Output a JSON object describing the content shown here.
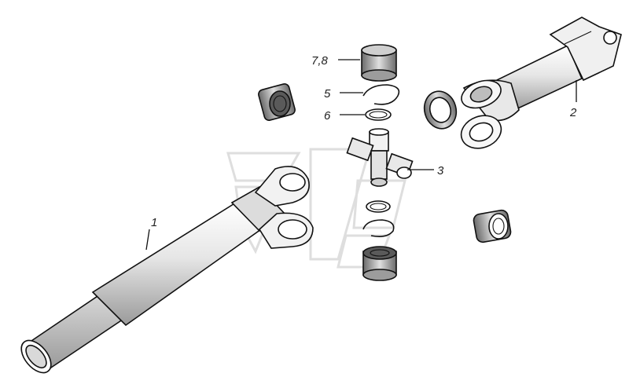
{
  "diagram": {
    "callouts": [
      {
        "id": "c1",
        "text": "1"
      },
      {
        "id": "c2",
        "text": "2"
      },
      {
        "id": "c3",
        "text": "3"
      },
      {
        "id": "c5",
        "text": "5"
      },
      {
        "id": "c6",
        "text": "6"
      },
      {
        "id": "c78",
        "text": "7,8"
      }
    ],
    "watermark": "logo-watermark",
    "colors": {
      "line": "#111111",
      "fill_light": "#f4f4f4",
      "fill_mid": "#cfcfcf",
      "fill_dark": "#7a7a7a",
      "watermark": "#e2e2e2"
    }
  }
}
